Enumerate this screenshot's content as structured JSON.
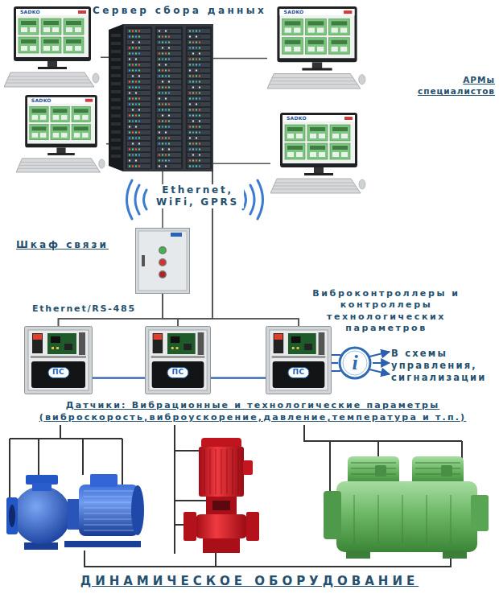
{
  "diagram": {
    "nodes": [
      {
        "text": [
          "Сервер сбора данных"
        ]
      },
      {
        "text": [
          "SADKO"
        ]
      },
      {
        "text": [
          "SADKO"
        ]
      },
      {
        "text": [
          "SADKO"
        ]
      },
      {
        "text": [
          "SADKO"
        ]
      },
      {
        "text": [
          "Шкаф связи"
        ]
      },
      {
        "text": [
          "ПС"
        ]
      },
      {
        "text": [
          "ПС"
        ]
      },
      {
        "text": [
          "ПС"
        ]
      },
      {
        "text": [
          "i"
        ]
      }
    ],
    "edges": [
      {
        "from": 1,
        "to": 0,
        "arrow": "none"
      },
      {
        "from": 2,
        "to": 0,
        "arrow": "none"
      },
      {
        "from": 3,
        "to": 0,
        "arrow": "none"
      },
      {
        "from": 4,
        "to": 0,
        "arrow": "none"
      },
      {
        "from": 0,
        "to": 5,
        "arrow": "none"
      },
      {
        "from": 5,
        "to": 6,
        "arrow": "none"
      },
      {
        "from": 5,
        "to": 7,
        "arrow": "none"
      },
      {
        "from": 5,
        "to": 8,
        "arrow": "none"
      },
      {
        "from": 0,
        "to": 6,
        "arrow": "none"
      },
      {
        "from": 0,
        "to": 7,
        "arrow": "none"
      },
      {
        "from": 0,
        "to": 8,
        "arrow": "none"
      },
      {
        "from": 6,
        "to": 7,
        "arrow": "none"
      },
      {
        "from": 7,
        "to": 8,
        "arrow": "none"
      },
      {
        "from": 8,
        "to": 9,
        "arrow": "none"
      }
    ],
    "labels": [
      "АРМы специалистов",
      "Ethernet, WiFi, GPRS",
      "Ethernet/RS-485",
      "Виброконтроллеры и контроллеры технологических параметров",
      "В схемы управления, сигнализации",
      "Датчики: Вибрационные и технологические параметры (виброскорость,виброускорение,давление,температура и т.п.)",
      "ДИНАМИЧЕСКОЕ ОБОРУДОВАНИЕ"
    ]
  }
}
